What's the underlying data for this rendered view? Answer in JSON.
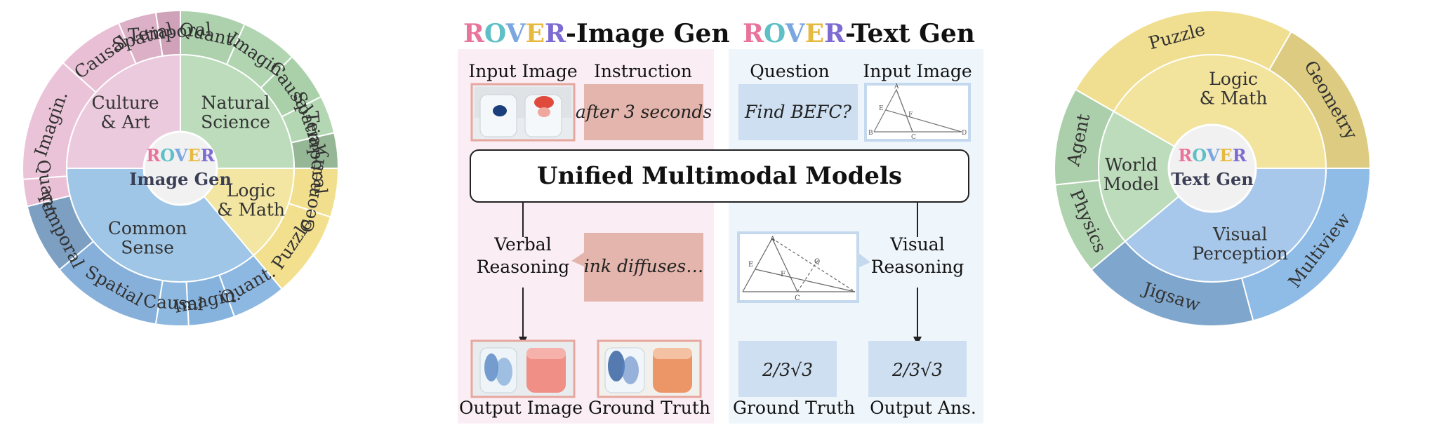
{
  "left_wheel": {
    "center": {
      "logo": [
        "R",
        "O",
        "V",
        "E",
        "R"
      ],
      "label": "Image Gen"
    },
    "inner": [
      {
        "label": "Culture\n& Art",
        "color": "#eccadd"
      },
      {
        "label": "Natural\nScience",
        "color": "#bcdcbc"
      },
      {
        "label": "Logic\n& Math",
        "color": "#f3e6a3"
      },
      {
        "label": "Common\nSense",
        "color": "#9fc6e6"
      }
    ],
    "outer": [
      {
        "label": "Quant.",
        "color": "#acd1ac"
      },
      {
        "label": "Imagin.",
        "color": "#b1d5b1"
      },
      {
        "label": "Causal",
        "color": "#aad0aa"
      },
      {
        "label": "Spatial",
        "color": "#b3d7b3"
      },
      {
        "label": "Temporal",
        "color": "#96b796"
      },
      {
        "label": "Geometry",
        "color": "#f2df8e"
      },
      {
        "label": "Puzzle",
        "color": "#f3e08e"
      },
      {
        "label": "Quant.",
        "color": "#8cb8e2"
      },
      {
        "label": "Imagin.",
        "color": "#86b3de"
      },
      {
        "label": "Causal",
        "color": "#8db9e1"
      },
      {
        "label": "Spatial",
        "color": "#86b0da"
      },
      {
        "label": "Temporal",
        "color": "#7c9fc2"
      },
      {
        "label": "Quant.",
        "color": "#e9c0d6"
      },
      {
        "label": "Imagin.",
        "color": "#ebc3d8"
      },
      {
        "label": "Causal",
        "color": "#e8bfd4"
      },
      {
        "label": "Spatial",
        "color": "#dcb0c7"
      },
      {
        "label": "Temporal",
        "color": "#cfa2b9"
      }
    ]
  },
  "right_wheel": {
    "center": {
      "logo": [
        "R",
        "O",
        "V",
        "E",
        "R"
      ],
      "label": "Text Gen"
    },
    "inner": [
      {
        "label": "Logic\n& Math",
        "color": "#f2e39d"
      },
      {
        "label": "Visual\nPerception",
        "color": "#a7c8ea"
      },
      {
        "label": "World\nModel",
        "color": "#bcdcbc"
      }
    ],
    "outer": [
      {
        "label": "Geometry",
        "color": "#dccb80"
      },
      {
        "label": "Multiview",
        "color": "#8fbce6"
      },
      {
        "label": "Jigsaw",
        "color": "#7fa6cc"
      },
      {
        "label": "Physics",
        "color": "#afd3af"
      },
      {
        "label": "Agent",
        "color": "#aacfaa"
      },
      {
        "label": "Puzzle",
        "color": "#f0df90"
      }
    ]
  },
  "logo_colors": [
    "#e8739b",
    "#5ec0c6",
    "#7aa7e0",
    "#e6b93f",
    "#7d6bd1"
  ],
  "image_gen_panel": {
    "title_logo": [
      "R",
      "O",
      "V",
      "E",
      "R"
    ],
    "title_suffix": "-Image Gen",
    "input_image_label": "Input Image",
    "instruction_label": "Instruction",
    "instruction_text": "after 3 seconds",
    "verbal_reasoning": "Verbal\nReasoning",
    "reasoning_text": "ink diffuses…",
    "output_image_label": "Output Image",
    "ground_truth_label": "Ground Truth"
  },
  "text_gen_panel": {
    "title_logo": [
      "R",
      "O",
      "V",
      "E",
      "R"
    ],
    "title_suffix": "-Text Gen",
    "question_label": "Question",
    "input_image_label": "Input Image",
    "question_text": "Find BEFC?",
    "visual_reasoning": "Visual\nReasoning",
    "ground_truth_value": "2/3√3",
    "output_value": "2/3√3",
    "ground_truth_label": "Ground Truth",
    "output_label": "Output Ans."
  },
  "unified_models": "Unified Multimodal Models",
  "geometry_points": [
    "A",
    "E",
    "F",
    "B",
    "C",
    "D",
    "Q"
  ]
}
